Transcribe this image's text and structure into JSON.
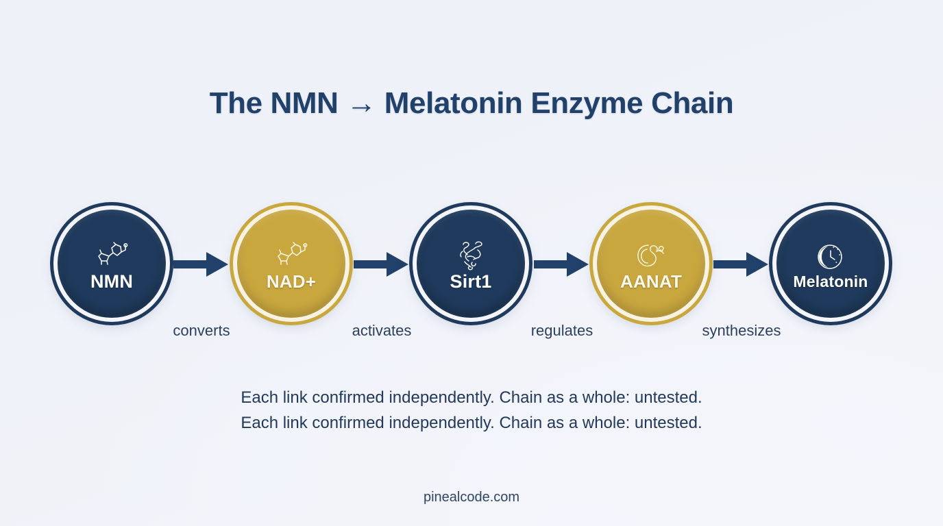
{
  "title": "The NMN → Melatonin Enzyme Chain",
  "colors": {
    "background": "#eff2f8",
    "navy": "#1f3a5c",
    "gold": "#c9a73f",
    "navy_text": "#22416a",
    "ring_navy": "#f3f5fa",
    "ring_gold": "#f7f2e2",
    "arrow": "#1f3a5c"
  },
  "chain": {
    "nodes": [
      {
        "id": "nmn",
        "label": "NMN",
        "style": "navy",
        "icon": "molecule-icon"
      },
      {
        "id": "nad",
        "label": "NAD+",
        "style": "gold",
        "icon": "molecule-icon"
      },
      {
        "id": "sirt1",
        "label": "Sirt1",
        "style": "navy",
        "icon": "protein-icon"
      },
      {
        "id": "aanat",
        "label": "AANAT",
        "style": "gold",
        "icon": "enzyme-icon"
      },
      {
        "id": "melatonin",
        "label": "Melatonin",
        "style": "navy",
        "icon": "moon-clock-icon"
      }
    ],
    "connectors": [
      {
        "label": "converts",
        "icon": "arrow-right-icon"
      },
      {
        "label": "activates",
        "icon": "arrow-right-icon"
      },
      {
        "label": "regulates",
        "icon": "arrow-right-icon"
      },
      {
        "label": "synthesizes",
        "icon": "arrow-right-icon"
      }
    ]
  },
  "caption": {
    "line1": "Each link confirmed independently. Chain as a whole: untested.",
    "line2": "Each link confirmed independently. Chain as a whole: untested."
  },
  "footer": {
    "site": "pinealcode.com"
  }
}
